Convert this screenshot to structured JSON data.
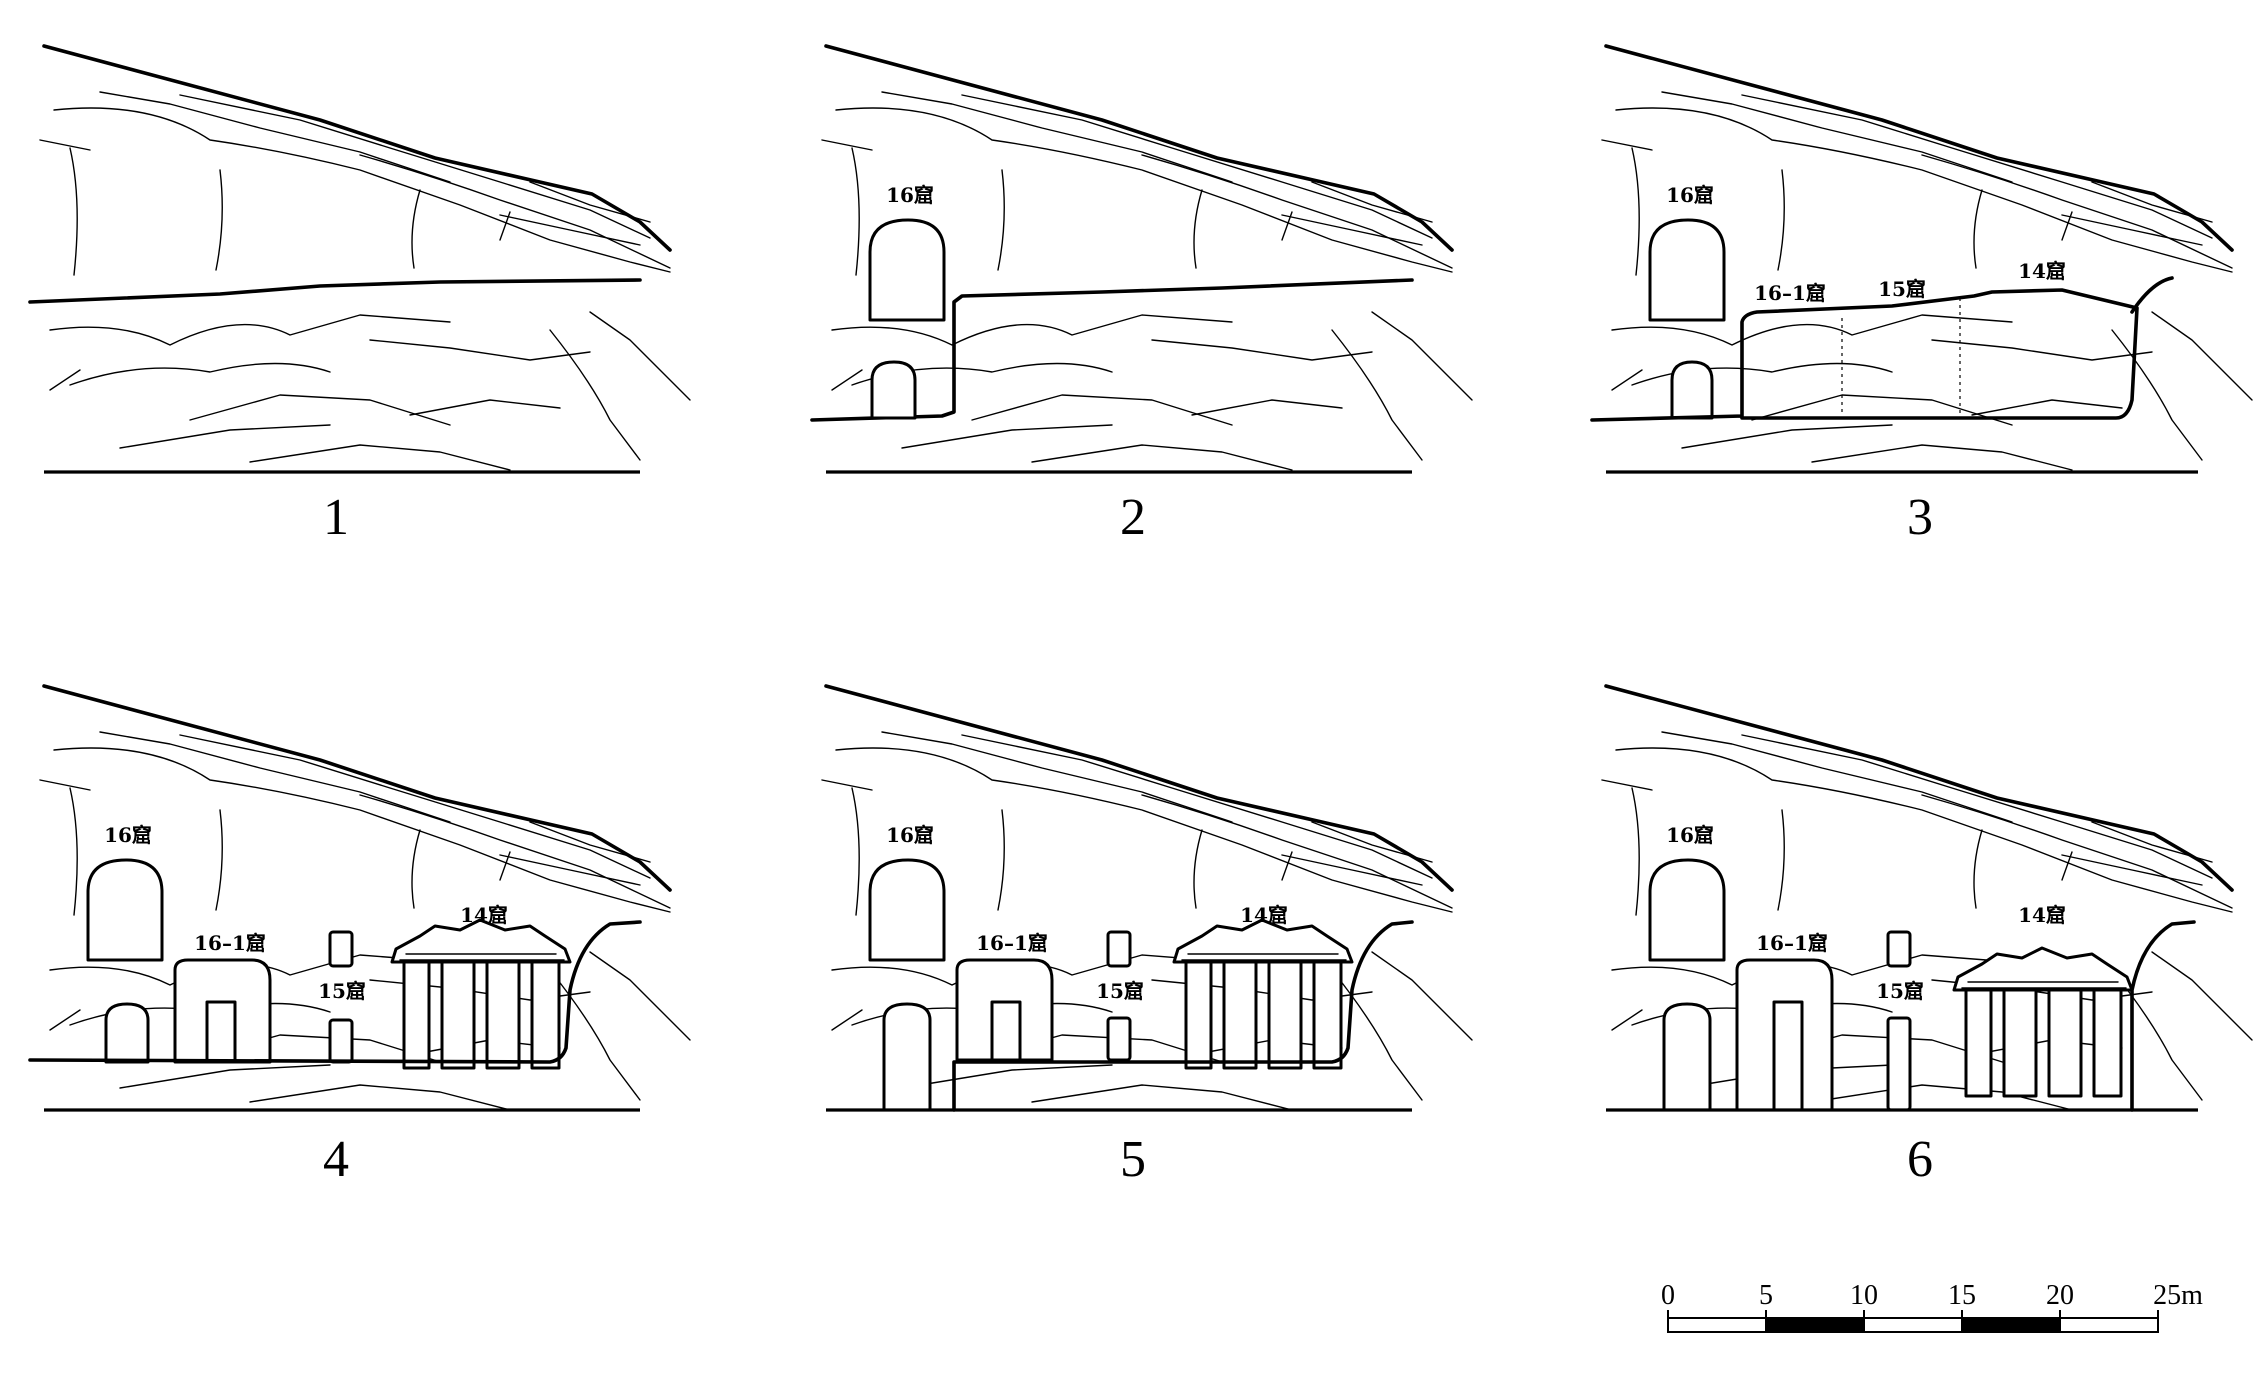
{
  "panels": [
    {
      "number": "1",
      "labels": []
    },
    {
      "number": "2",
      "labels": [
        "16窟"
      ]
    },
    {
      "number": "3",
      "labels": [
        "16窟",
        "16–1窟",
        "15窟",
        "14窟"
      ]
    },
    {
      "number": "4",
      "labels": [
        "16窟",
        "16–1窟",
        "15窟",
        "14窟"
      ]
    },
    {
      "number": "5",
      "labels": [
        "16窟",
        "16–1窟",
        "15窟",
        "14窟"
      ]
    },
    {
      "number": "6",
      "labels": [
        "16窟",
        "16–1窟",
        "15窟",
        "14窟"
      ]
    }
  ],
  "scale_bar": {
    "ticks": [
      "0",
      "5",
      "10",
      "15",
      "20",
      "25m"
    ],
    "filled_segments": [
      1,
      3
    ]
  }
}
